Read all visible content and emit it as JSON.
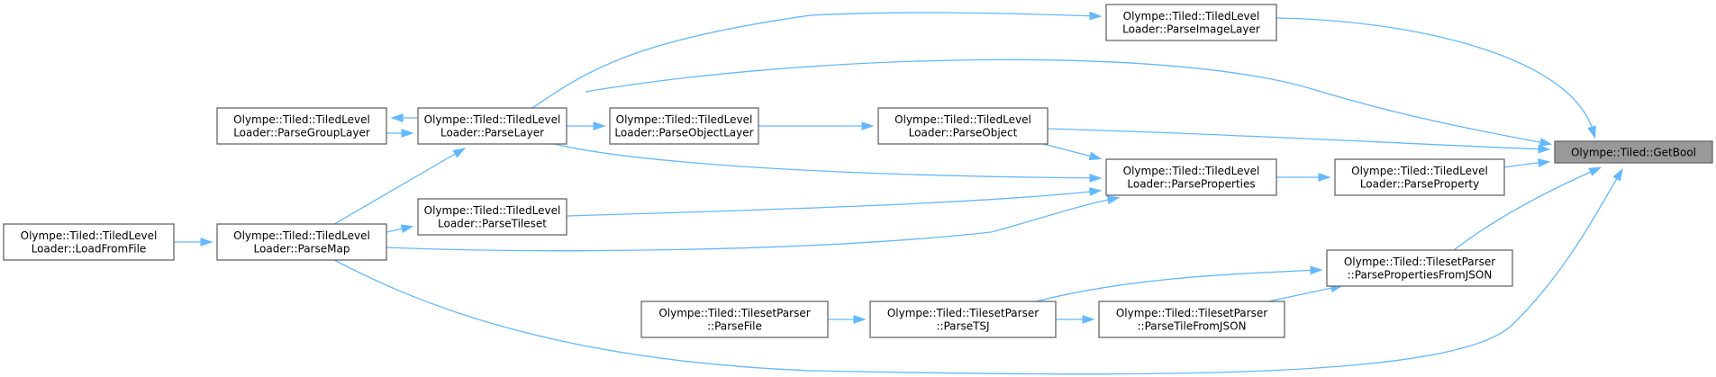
{
  "diagram": {
    "type": "caller-graph",
    "focus_node": "getbool",
    "colors": {
      "edge": "#63b8ff",
      "focus_fill": "#999999",
      "node_border": "#666666"
    },
    "nodes": [
      {
        "id": "getbool",
        "lines": [
          "Olympe::Tiled::GetBool"
        ],
        "focus": true
      },
      {
        "id": "parseimagelayer",
        "lines": [
          "Olympe::Tiled::TiledLevel",
          "Loader::ParseImageLayer"
        ]
      },
      {
        "id": "parselayer",
        "lines": [
          "Olympe::Tiled::TiledLevel",
          "Loader::ParseLayer"
        ]
      },
      {
        "id": "parsegrouplayer",
        "lines": [
          "Olympe::Tiled::TiledLevel",
          "Loader::ParseGroupLayer"
        ]
      },
      {
        "id": "parsemap",
        "lines": [
          "Olympe::Tiled::TiledLevel",
          "Loader::ParseMap"
        ]
      },
      {
        "id": "loadfromfile",
        "lines": [
          "Olympe::Tiled::TiledLevel",
          "Loader::LoadFromFile"
        ]
      },
      {
        "id": "parseobjectlayer",
        "lines": [
          "Olympe::Tiled::TiledLevel",
          "Loader::ParseObjectLayer"
        ]
      },
      {
        "id": "parseobject",
        "lines": [
          "Olympe::Tiled::TiledLevel",
          "Loader::ParseObject"
        ]
      },
      {
        "id": "parseproperties",
        "lines": [
          "Olympe::Tiled::TiledLevel",
          "Loader::ParseProperties"
        ]
      },
      {
        "id": "parseproperty",
        "lines": [
          "Olympe::Tiled::TiledLevel",
          "Loader::ParseProperty"
        ]
      },
      {
        "id": "parsetileset",
        "lines": [
          "Olympe::Tiled::TiledLevel",
          "Loader::ParseTileset"
        ]
      },
      {
        "id": "parsepropertiesfromjson",
        "lines": [
          "Olympe::Tiled::TilesetParser",
          "::ParsePropertiesFromJSON"
        ]
      },
      {
        "id": "parsefile",
        "lines": [
          "Olympe::Tiled::TilesetParser",
          "::ParseFile"
        ]
      },
      {
        "id": "parsetsj",
        "lines": [
          "Olympe::Tiled::TilesetParser",
          "::ParseTSJ"
        ]
      },
      {
        "id": "parsetilefromjson",
        "lines": [
          "Olympe::Tiled::TilesetParser",
          "::ParseTileFromJSON"
        ]
      }
    ],
    "edges": [
      {
        "from": "parseimagelayer",
        "to": "getbool"
      },
      {
        "from": "parselayer",
        "to": "getbool"
      },
      {
        "from": "parseobject",
        "to": "getbool"
      },
      {
        "from": "parseproperty",
        "to": "getbool"
      },
      {
        "from": "parsepropertiesfromjson",
        "to": "getbool"
      },
      {
        "from": "parsemap",
        "to": "getbool"
      },
      {
        "from": "parselayer",
        "to": "parseimagelayer"
      },
      {
        "from": "parselayer",
        "to": "parsegrouplayer"
      },
      {
        "from": "parsegrouplayer",
        "to": "parselayer"
      },
      {
        "from": "parsemap",
        "to": "parselayer"
      },
      {
        "from": "loadfromfile",
        "to": "parsemap"
      },
      {
        "from": "parselayer",
        "to": "parseobjectlayer"
      },
      {
        "from": "parseobjectlayer",
        "to": "parseobject"
      },
      {
        "from": "parseobject",
        "to": "parseproperties"
      },
      {
        "from": "parselayer",
        "to": "parseproperties"
      },
      {
        "from": "parsetileset",
        "to": "parseproperties"
      },
      {
        "from": "parsemap",
        "to": "parseproperties"
      },
      {
        "from": "parsemap",
        "to": "parsetileset"
      },
      {
        "from": "parseproperties",
        "to": "parseproperty"
      },
      {
        "from": "parsetsj",
        "to": "parsepropertiesfromjson"
      },
      {
        "from": "parsetilefromjson",
        "to": "parsepropertiesfromjson"
      },
      {
        "from": "parsefile",
        "to": "parsetsj"
      },
      {
        "from": "parsetsj",
        "to": "parsetilefromjson"
      }
    ]
  }
}
